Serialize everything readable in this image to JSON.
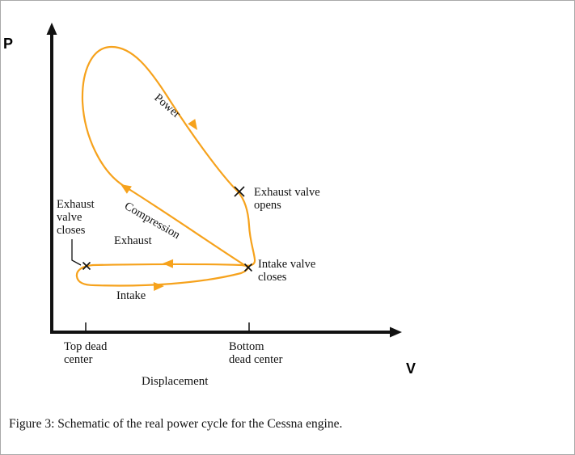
{
  "figure": {
    "y_axis_label": "P",
    "x_axis_label": "V",
    "x_axis_title": "Displacement",
    "ticks": {
      "tdc_line1": "Top dead",
      "tdc_line2": "center",
      "bdc_line1": "Bottom",
      "bdc_line2": "dead center"
    },
    "strokes": {
      "power": "Power",
      "compression": "Compression",
      "exhaust": "Exhaust",
      "intake": "Intake"
    },
    "annotations": {
      "evo_line1": "Exhaust valve",
      "evo_line2": "opens",
      "evc_line1": "Exhaust",
      "evc_line2": "valve",
      "evc_line3": "closes",
      "ivc_line1": "Intake valve",
      "ivc_line2": "closes"
    },
    "colors": {
      "curve": "#F6A21C",
      "axis": "#111111"
    }
  },
  "caption": "Figure 3: Schematic of the real power cycle for the Cessna engine."
}
